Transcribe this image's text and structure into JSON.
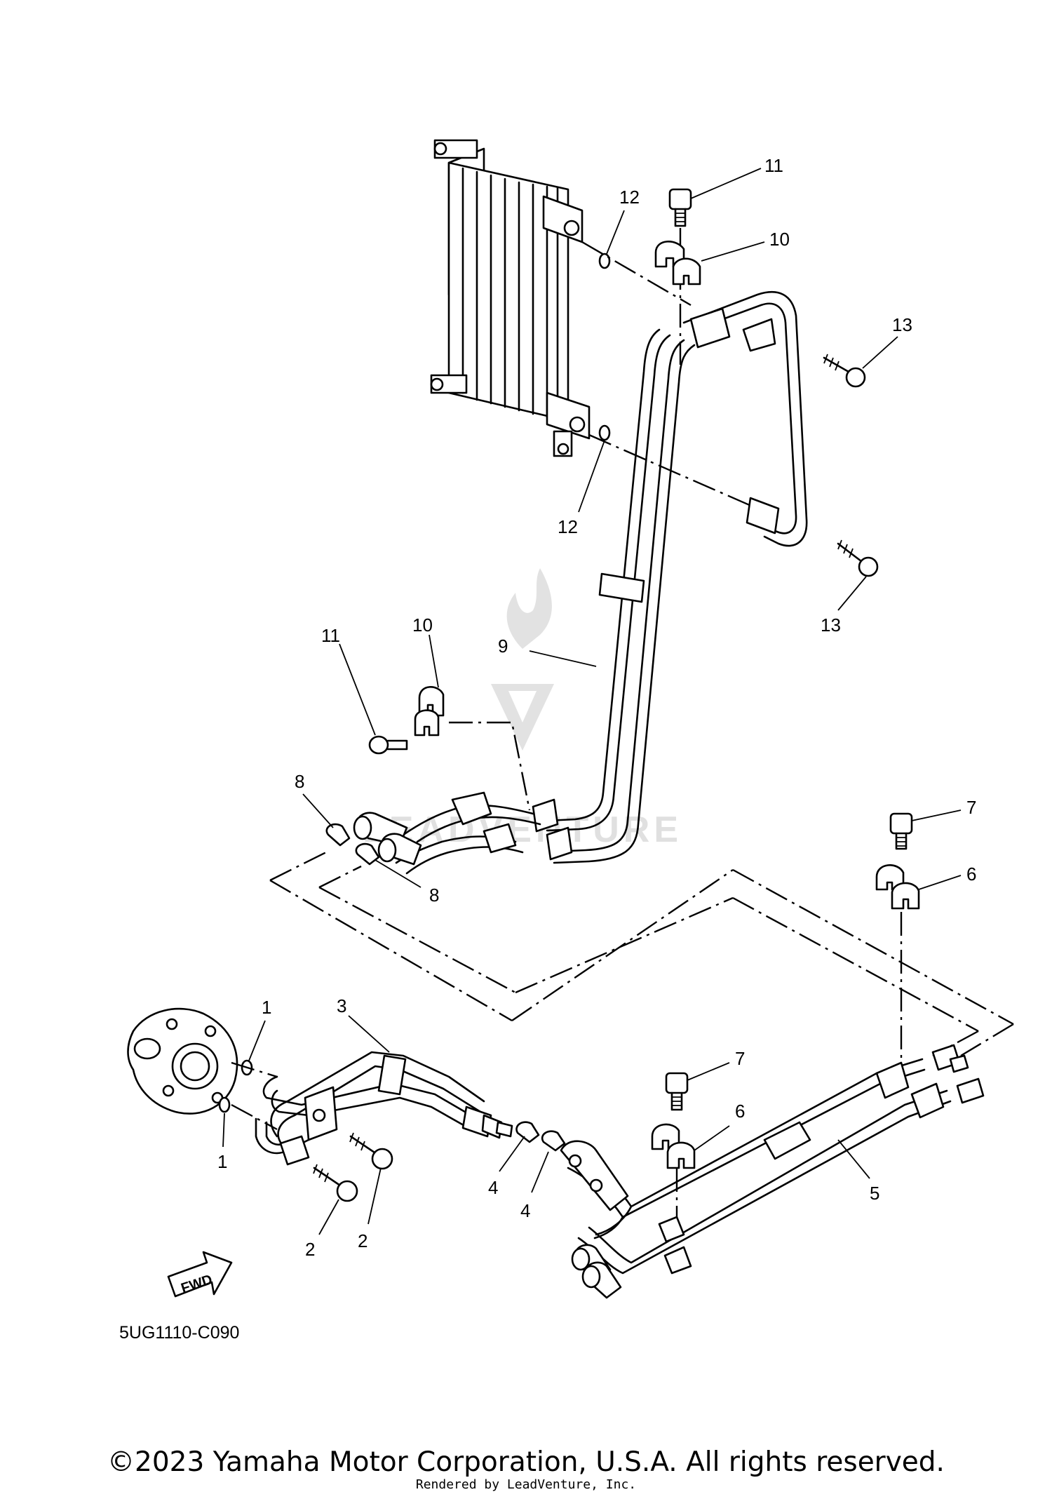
{
  "diagram_code": "5UG1110-C090",
  "copyright": "©2023 Yamaha Motor Corporation, U.S.A. All rights reserved.",
  "rendered_by": "Rendered by LeadVenture, Inc.",
  "watermark_text": "LEADVENTURE",
  "fwd_label": "FWD",
  "callouts": {
    "c1a": "1",
    "c1b": "1",
    "c2a": "2",
    "c2b": "2",
    "c3": "3",
    "c4a": "4",
    "c4b": "4",
    "c5": "5",
    "c6a": "6",
    "c6b": "6",
    "c7a": "7",
    "c7b": "7",
    "c8a": "8",
    "c8b": "8",
    "c9": "9",
    "c10a": "10",
    "c10b": "10",
    "c11a": "11",
    "c11b": "11",
    "c12a": "12",
    "c12b": "12",
    "c13a": "13",
    "c13b": "13"
  },
  "icons": [
    "oil-cooler-icon",
    "fwd-arrow-icon",
    "watermark-logo-icon"
  ]
}
